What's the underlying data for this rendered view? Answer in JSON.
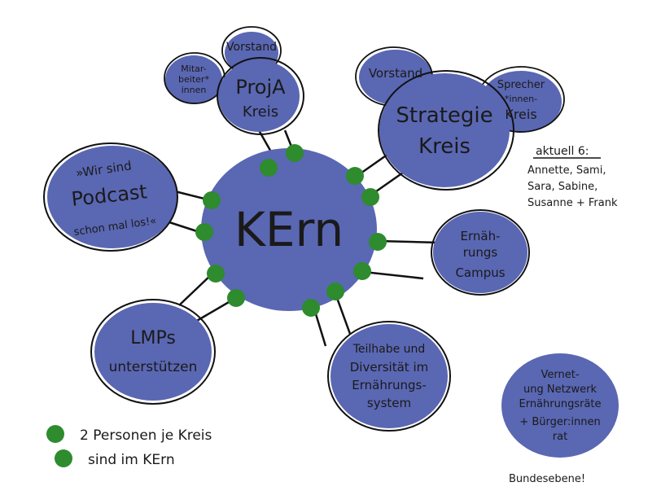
{
  "center": {
    "label": "KErn",
    "fill": "#5a67b3"
  },
  "circles": {
    "proja": {
      "lines": [
        "ProjA",
        "Kreis"
      ]
    },
    "proja_vorstand": {
      "lines": [
        "Vorstand"
      ]
    },
    "proja_mitarbeiter": {
      "lines": [
        "Mitar-",
        "beiter*",
        "innen"
      ]
    },
    "strategie": {
      "lines": [
        "Strategie",
        "Kreis"
      ]
    },
    "strategie_vorstand": {
      "lines": [
        "Vorstand"
      ]
    },
    "sprecher": {
      "lines": [
        "Sprecher",
        "*innen-",
        "Kreis"
      ]
    },
    "podcast": {
      "lines": [
        "»Wir sind",
        "Podcast",
        "schon mal los!«"
      ]
    },
    "campus": {
      "lines": [
        "Ernäh-",
        "rungs",
        "Campus"
      ]
    },
    "lmps": {
      "lines": [
        "LMPs",
        "unterstützen"
      ]
    },
    "teilhabe": {
      "lines": [
        "Teilhabe und",
        "Diversität im",
        "Ernährungs-",
        "system"
      ]
    },
    "vernetzung": {
      "lines": [
        "Vernet-",
        "ung Netzwerk",
        "Ernährungsräte",
        "+ Bürger:innen",
        "rat"
      ]
    }
  },
  "notes": {
    "aktuell_title": "aktuell 6:",
    "aktuell_lines": [
      "Annette, Sami,",
      "Sara, Sabine,",
      "Susanne + Frank"
    ],
    "bundesebene": "Bundesebene!",
    "legend_line1": "2 Personen je Kreis",
    "legend_line2": "sind im KErn"
  },
  "colors": {
    "circle": "#5a67b3",
    "circle_dark": "#4a559c",
    "dot": "#2e8b2e",
    "outline": "#111111"
  }
}
